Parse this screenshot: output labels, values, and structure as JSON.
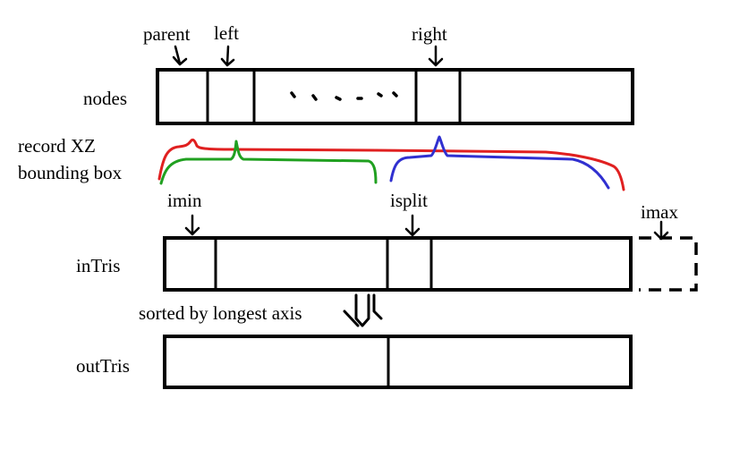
{
  "labels": {
    "parent": "parent",
    "left": "left",
    "right": "right",
    "nodes": "nodes",
    "record_line1": "record XZ",
    "record_line2": "bounding box",
    "imin": "imin",
    "isplit": "isplit",
    "imax": "imax",
    "intris": "inTris",
    "sorted": "sorted by longest axis",
    "outtris": "outTris"
  },
  "colors": {
    "red_brace": "#e02020",
    "green_brace": "#20a020",
    "blue_brace": "#3030d0",
    "stroke": "#000000"
  }
}
